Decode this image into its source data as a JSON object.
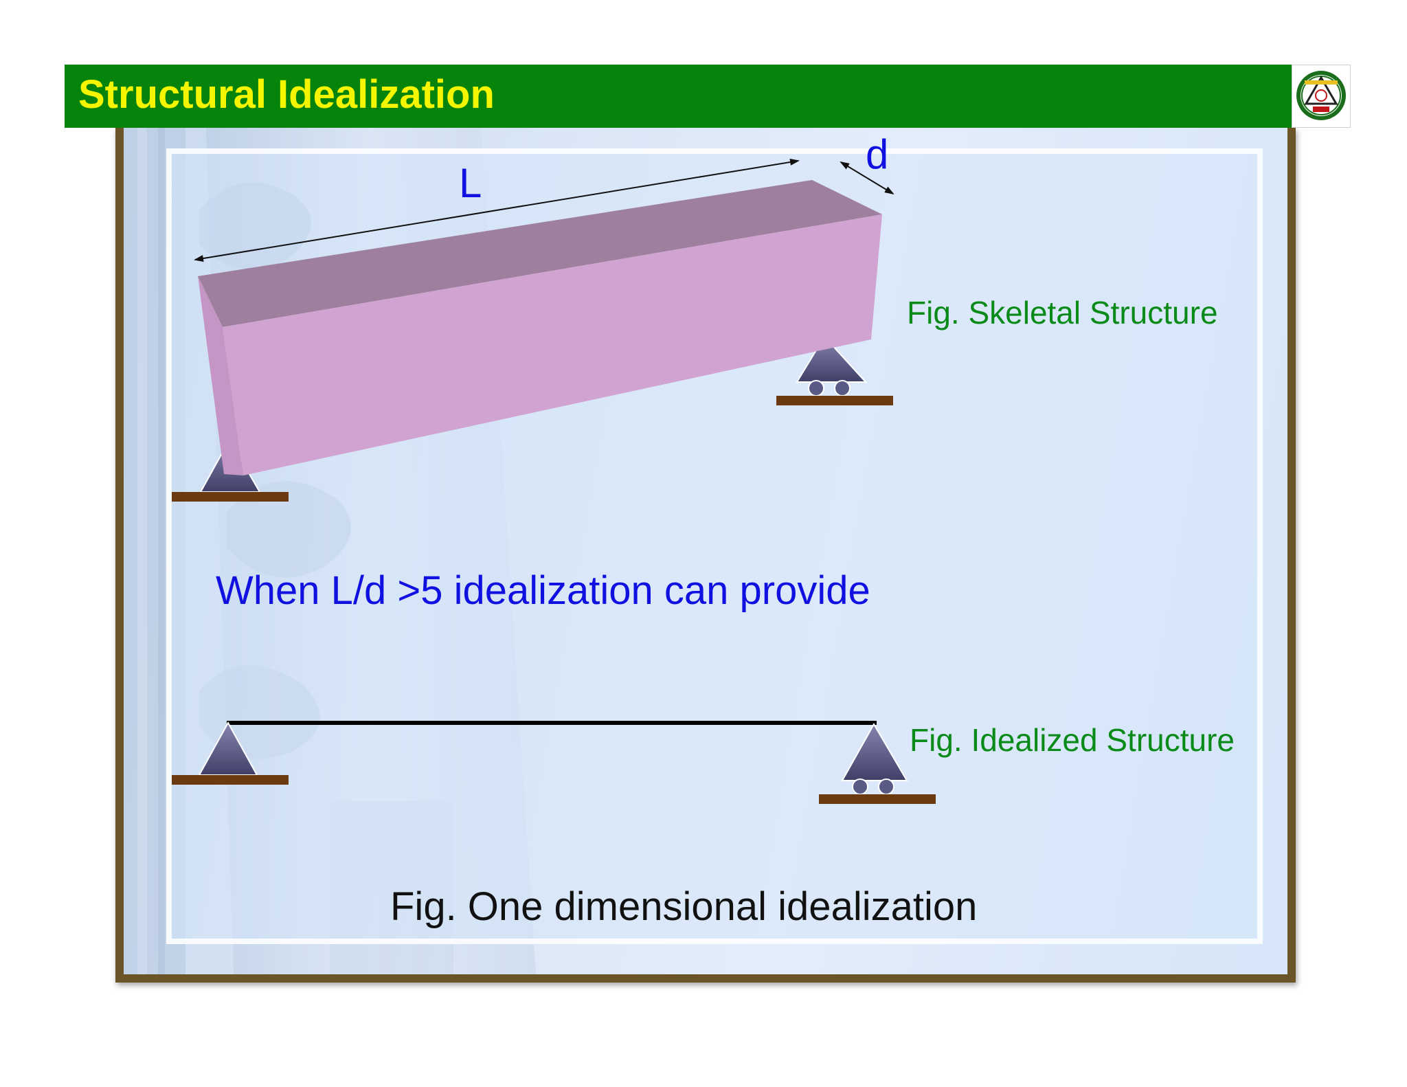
{
  "slide": {
    "title": "Structural Idealization",
    "colors": {
      "title_bar": "#06830b",
      "title_text": "#f5f500",
      "frame": "#6b5427",
      "beam_front": "#d1a3d1",
      "beam_top": "#9e7f9e",
      "support": "#5a5a86",
      "ground": "#6b3a10"
    }
  },
  "logo": {
    "icon": "university-seal-icon"
  },
  "diagram": {
    "length_label": "L",
    "depth_label": "d",
    "skeletal_caption": "Fig. Skeletal Structure",
    "condition_text": "When L/d >5 idealization can provide",
    "idealized_caption": "Fig. Idealized Structure",
    "figure_caption": "Fig. One dimensional idealization"
  }
}
